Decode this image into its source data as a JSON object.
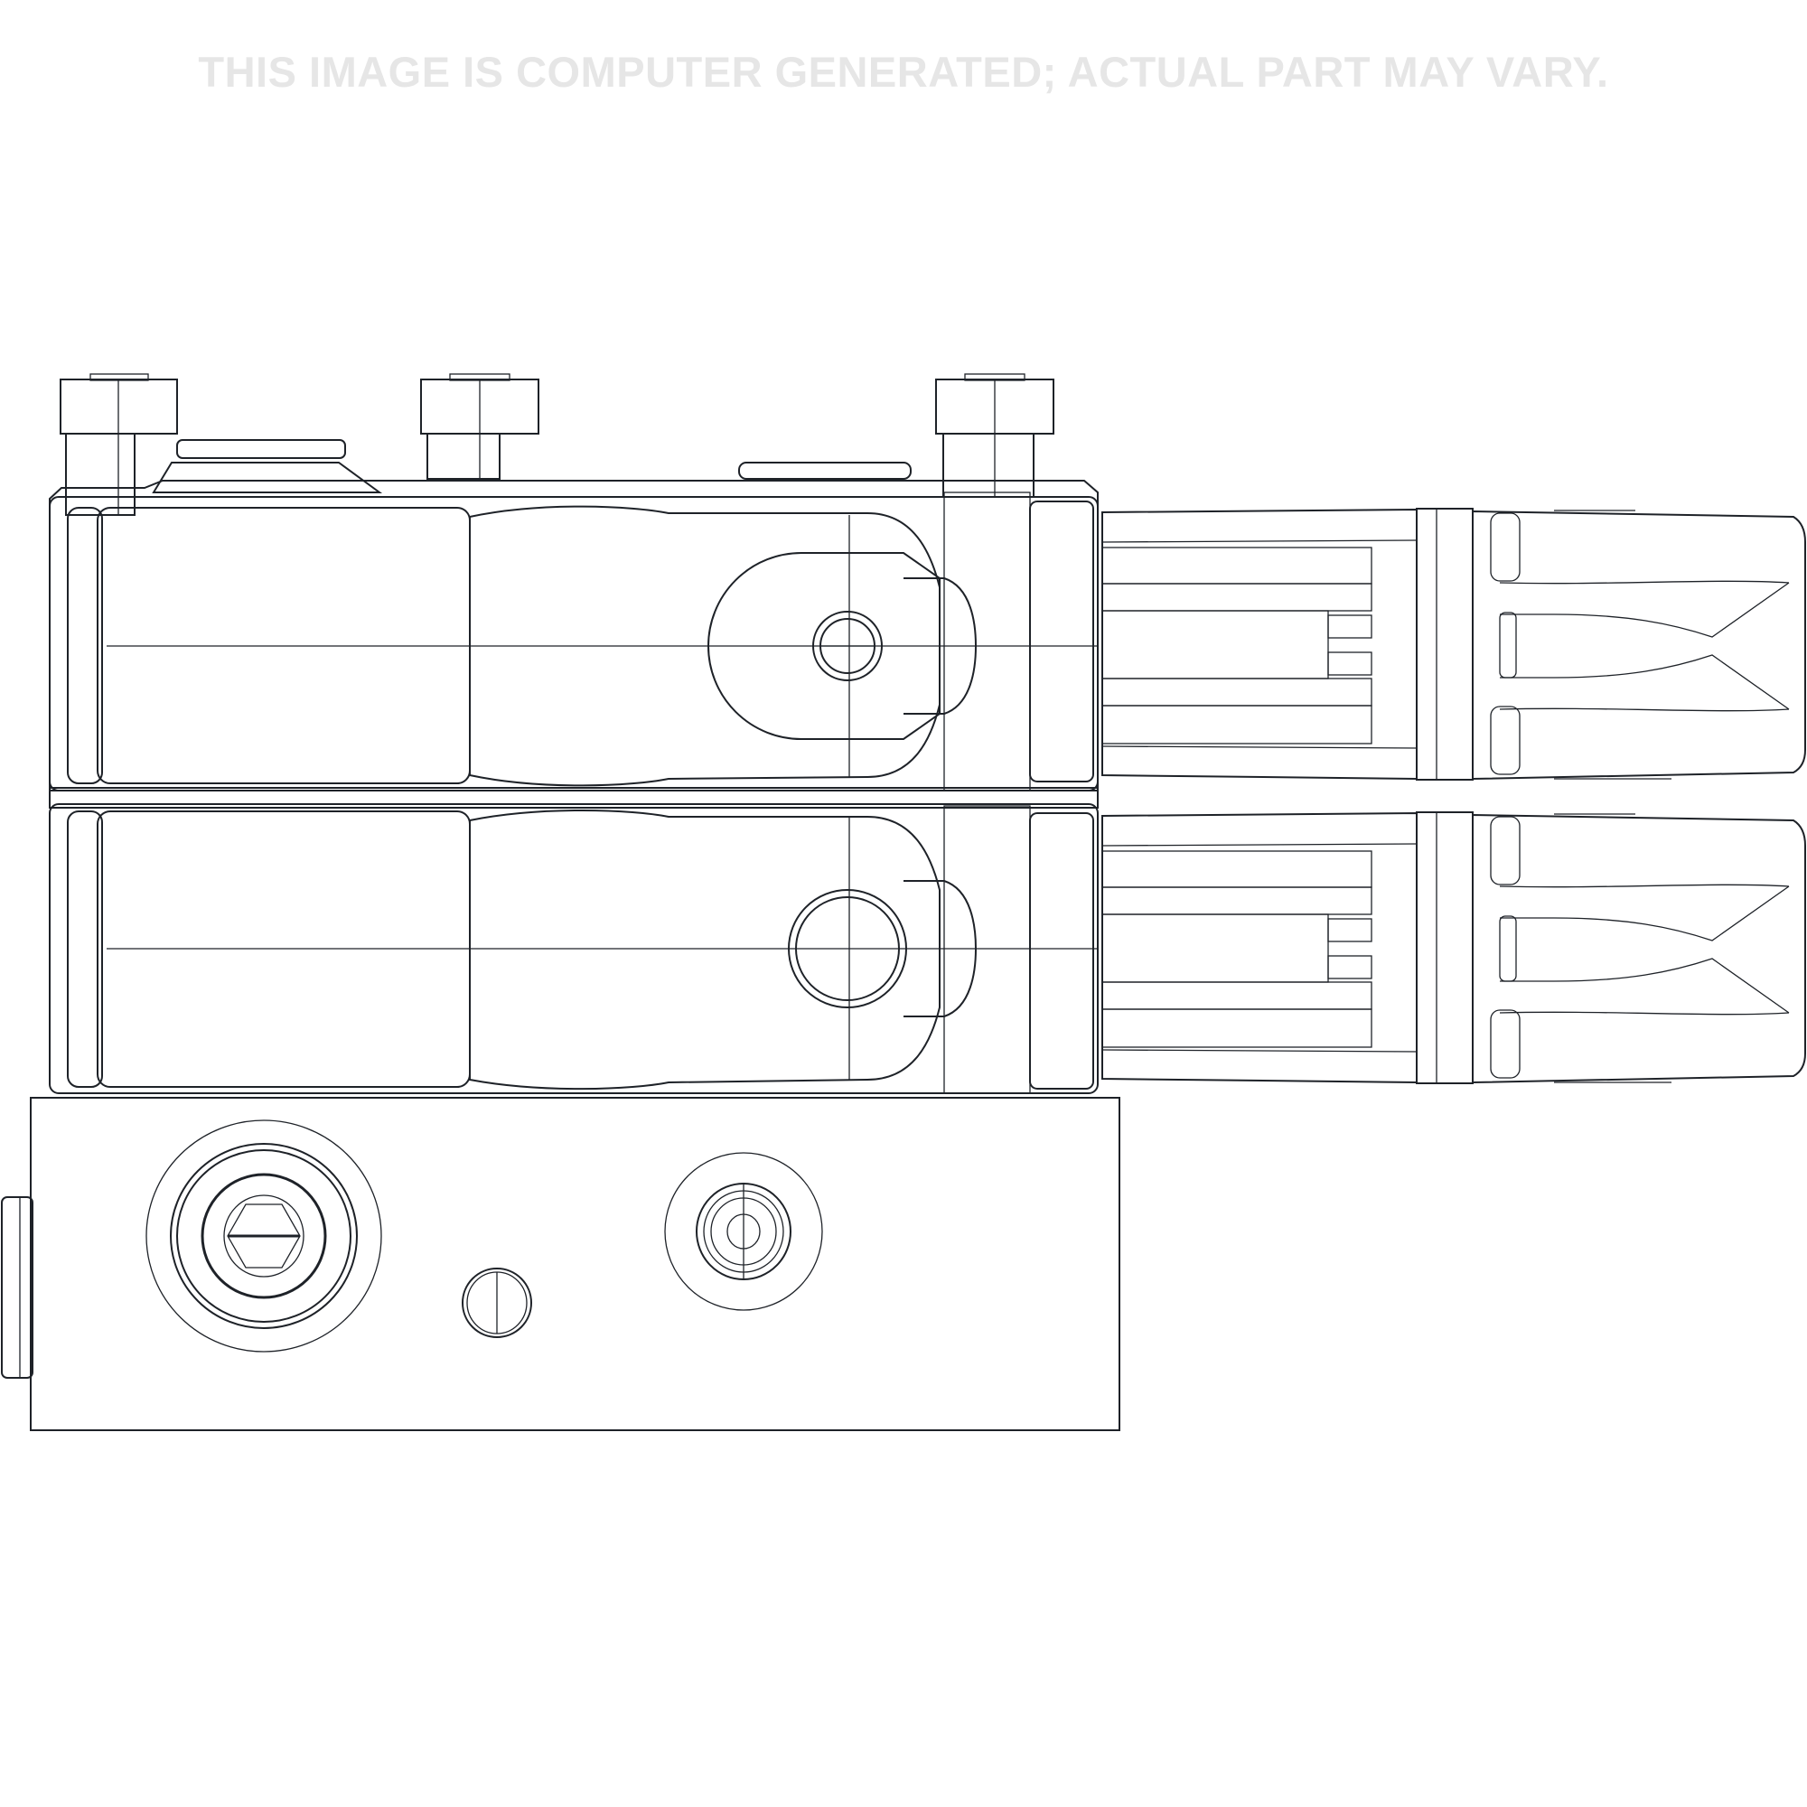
{
  "watermark": {
    "text": "THIS IMAGE IS COMPUTER GENERATED; ACTUAL PART MAY VARY."
  },
  "drawing": {
    "subject": "solenoid valve manifold assembly, side view",
    "components": [
      {
        "name": "hex-nut",
        "count": 3
      },
      {
        "name": "solenoid-coil",
        "count": 2
      },
      {
        "name": "electrical-connector",
        "count": 2
      },
      {
        "name": "manifold-block",
        "count": 1
      },
      {
        "name": "port-plug",
        "count": 3
      }
    ],
    "colors": {
      "body": "#a3adbc",
      "body_dark": "#6f7886",
      "body_shadow": "#4f5660",
      "outline": "#1e2228",
      "background": "#ffffff",
      "watermark": "#e6e6e6"
    }
  }
}
